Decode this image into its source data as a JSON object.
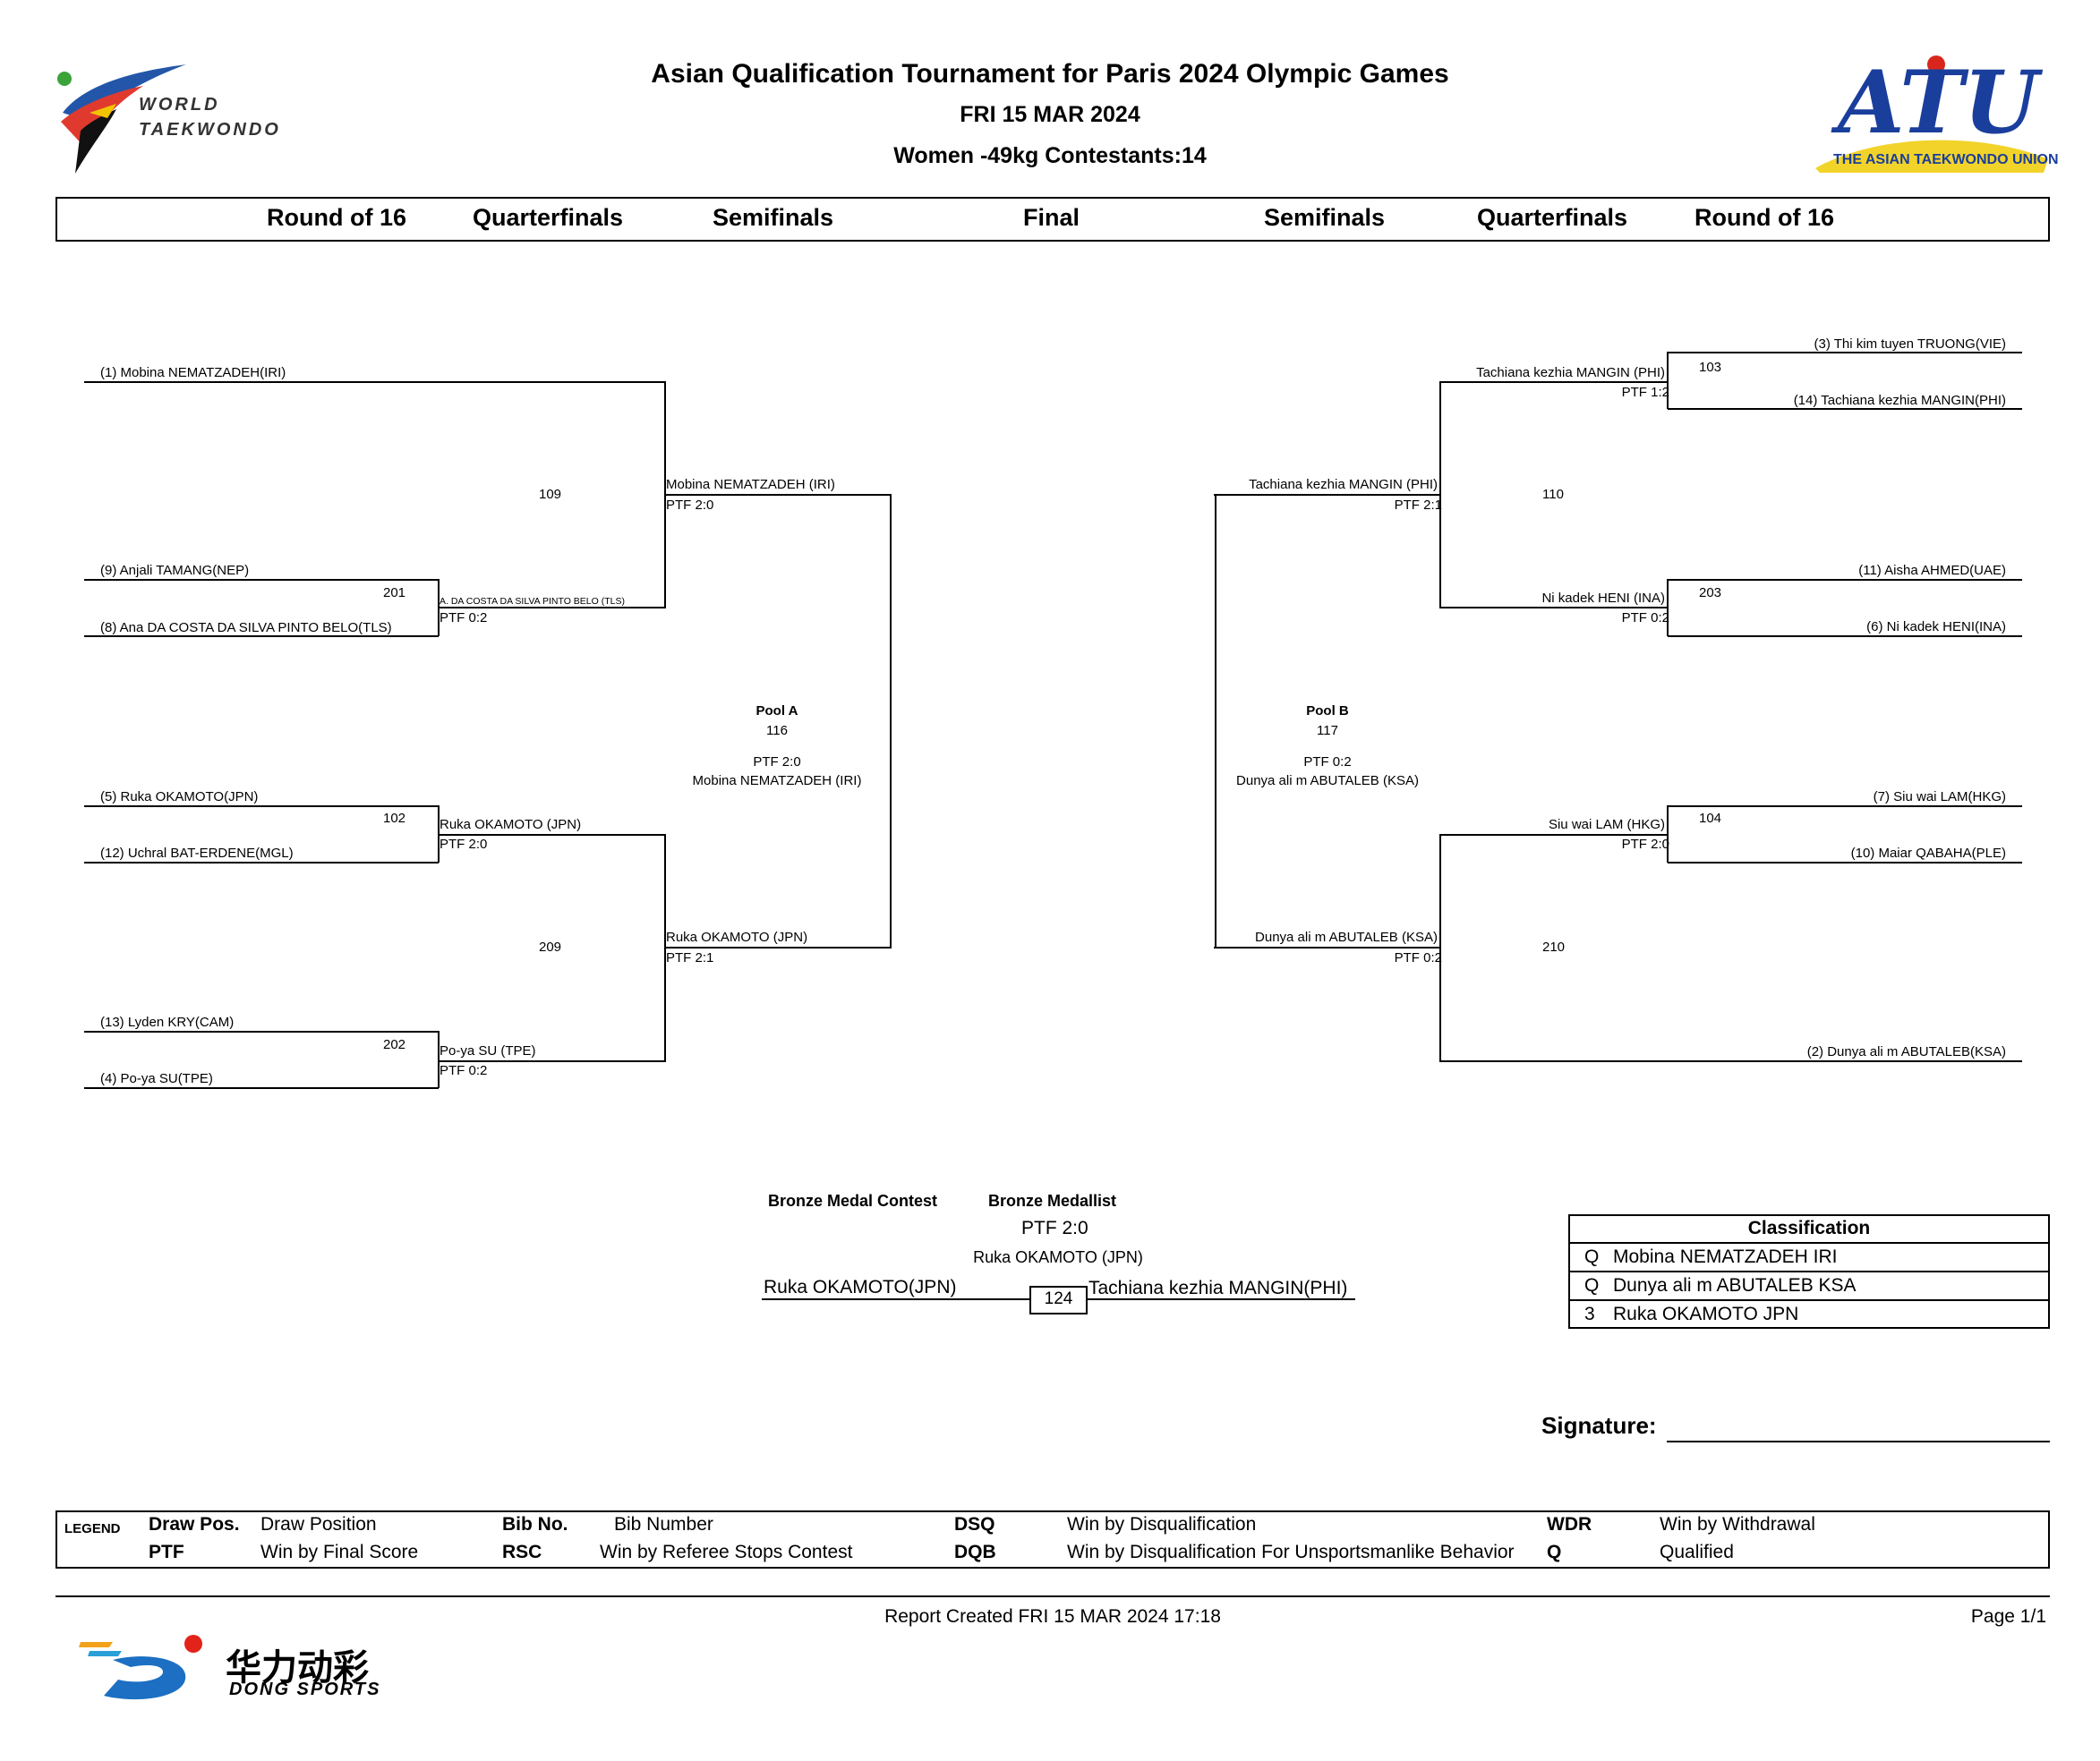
{
  "header": {
    "title": "Asian Qualification Tournament for Paris 2024 Olympic Games",
    "date": "FRI 15 MAR 2024",
    "category": "Women -49kg Contestants:14",
    "logo_left": {
      "line1": "WORLD",
      "line2": "TAEKWONDO"
    },
    "logo_right": {
      "mark": "ATU",
      "caption": "THE ASIAN TAEKWONDO UNION"
    }
  },
  "rounds": [
    "Round of 16",
    "Quarterfinals",
    "Semifinals",
    "Final",
    "Semifinals",
    "Quarterfinals",
    "Round of 16"
  ],
  "left": {
    "r16": [
      "(1) Mobina NEMATZADEH(IRI)",
      "(9) Anjali TAMANG(NEP)",
      "(8) Ana DA COSTA DA SILVA PINTO BELO(TLS)",
      "(5) Ruka OKAMOTO(JPN)",
      "(12) Uchral BAT-ERDENE(MGL)",
      "(13) Lyden KRY(CAM)",
      "(4) Po-ya SU(TPE)"
    ],
    "r16_matches": [
      "201",
      "102",
      "202"
    ],
    "qf": [
      {
        "name": "A. DA COSTA DA SILVA PINTO BELO (TLS)",
        "score": "PTF  0:2"
      },
      {
        "name": "Ruka OKAMOTO (JPN)",
        "score": "PTF  2:0"
      },
      {
        "name": "Po-ya SU (TPE)",
        "score": "PTF  0:2"
      }
    ],
    "qf_matches": [
      "109",
      "209"
    ],
    "sf": [
      {
        "name": "Mobina NEMATZADEH (IRI)",
        "score": "PTF  2:0"
      },
      {
        "name": "Ruka OKAMOTO (JPN)",
        "score": "PTF  2:1"
      }
    ],
    "pool": {
      "label": "Pool A",
      "match": "116",
      "score": "PTF  2:0",
      "winner": "Mobina NEMATZADEH (IRI)"
    }
  },
  "right": {
    "r16": [
      "(3) Thi kim tuyen TRUONG(VIE)",
      "(14) Tachiana kezhia MANGIN(PHI)",
      "(11) Aisha AHMED(UAE)",
      "(6) Ni kadek HENI(INA)",
      "(7) Siu wai LAM(HKG)",
      "(10) Maiar QABAHA(PLE)",
      "(2) Dunya ali m ABUTALEB(KSA)"
    ],
    "r16_matches": [
      "103",
      "203",
      "104"
    ],
    "qf": [
      {
        "name": "Tachiana kezhia MANGIN (PHI)",
        "score": "PTF  1:2"
      },
      {
        "name": "Ni kadek HENI (INA)",
        "score": "PTF  0:2"
      },
      {
        "name": "Siu wai LAM (HKG)",
        "score": "PTF  2:0"
      }
    ],
    "qf_matches": [
      "110",
      "210"
    ],
    "sf": [
      {
        "name": "Tachiana kezhia MANGIN (PHI)",
        "score": "PTF  2:1"
      },
      {
        "name": "Dunya ali m ABUTALEB (KSA)",
        "score": "PTF  0:2"
      }
    ],
    "pool": {
      "label": "Pool B",
      "match": "117",
      "score": "PTF  0:2",
      "winner": "Dunya ali m ABUTALEB (KSA)"
    }
  },
  "bronze": {
    "contest_label": "Bronze Medal Contest",
    "medallist_label": "Bronze Medallist",
    "score": "PTF  2:0",
    "winner": "Ruka OKAMOTO (JPN)",
    "left": "Ruka OKAMOTO(JPN)",
    "right": "Tachiana kezhia MANGIN(PHI)",
    "match": "124"
  },
  "classification": {
    "title": "Classification",
    "rows": [
      {
        "rank": "Q",
        "name": "Mobina NEMATZADEH IRI"
      },
      {
        "rank": "Q",
        "name": "Dunya ali m ABUTALEB KSA"
      },
      {
        "rank": "3",
        "name": "Ruka OKAMOTO JPN"
      }
    ]
  },
  "signature_label": "Signature:",
  "legend": {
    "title": "LEGEND",
    "items": [
      {
        "key": "Draw Pos.",
        "value": "Draw Position"
      },
      {
        "key": "Bib No.",
        "value": "Bib Number"
      },
      {
        "key": "DSQ",
        "value": "Win by Disqualification"
      },
      {
        "key": "WDR",
        "value": "Win by Withdrawal"
      },
      {
        "key": "PTF",
        "value": "Win by Final Score"
      },
      {
        "key": "RSC",
        "value": "Win by Referee Stops Contest"
      },
      {
        "key": "DQB",
        "value": "Win by Disqualification For Unsportsmanlike Behavior"
      },
      {
        "key": "Q",
        "value": "Qualified"
      }
    ]
  },
  "footer": {
    "report": "Report Created FRI 15 MAR 2024 17:18",
    "page": "Page 1/1",
    "sponsor_cn": "华力动彩",
    "sponsor_en": "DONG SPORTS"
  }
}
